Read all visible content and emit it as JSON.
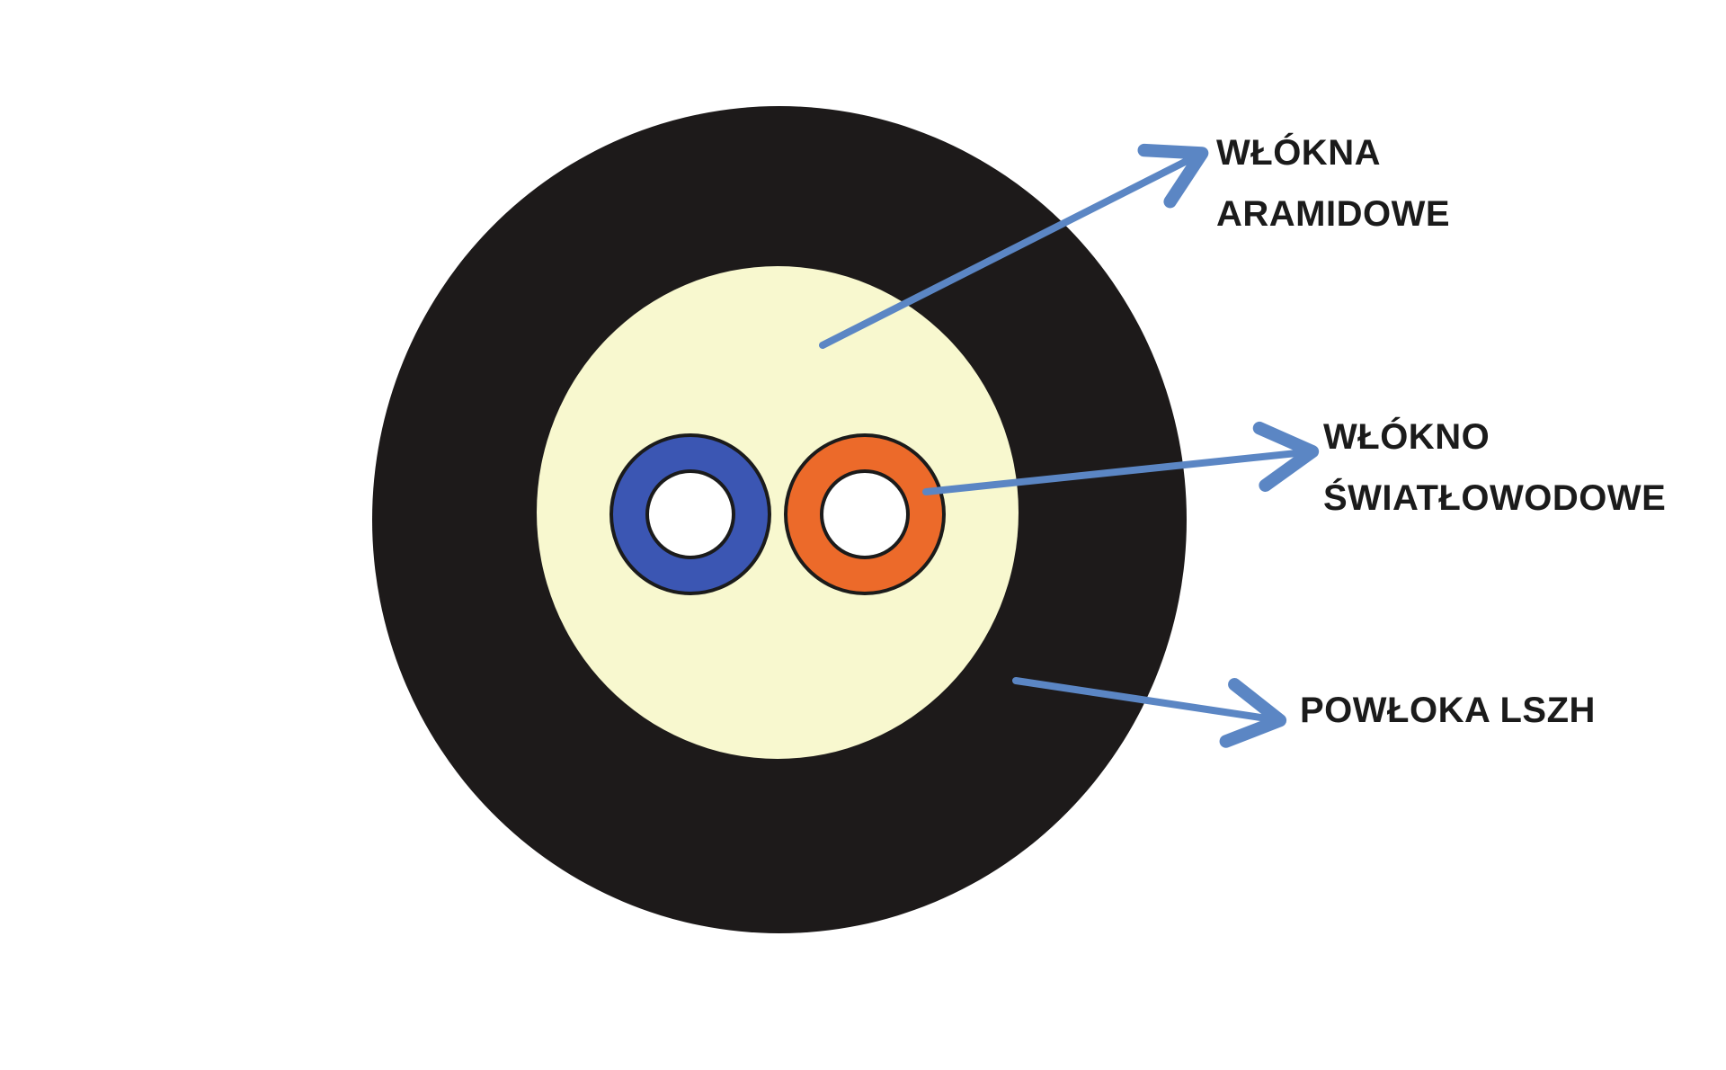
{
  "diagram": {
    "colors": {
      "jacket": "#1d1a1a",
      "aramid": "#f8f8cf",
      "fiber_left": "#3b56b3",
      "fiber_right": "#ec6a2a",
      "fiber_core": "#ffffff",
      "arrow": "#5b86c4",
      "text": "#1b1b1b"
    },
    "labels": {
      "aramid": {
        "line1": "WŁÓKNA",
        "line2": "ARAMIDOWE"
      },
      "fiber": {
        "line1": "WŁÓKNO",
        "line2": "ŚWIATŁOWODOWE"
      },
      "jacket": {
        "line1": "POWŁOKA LSZH"
      }
    }
  }
}
